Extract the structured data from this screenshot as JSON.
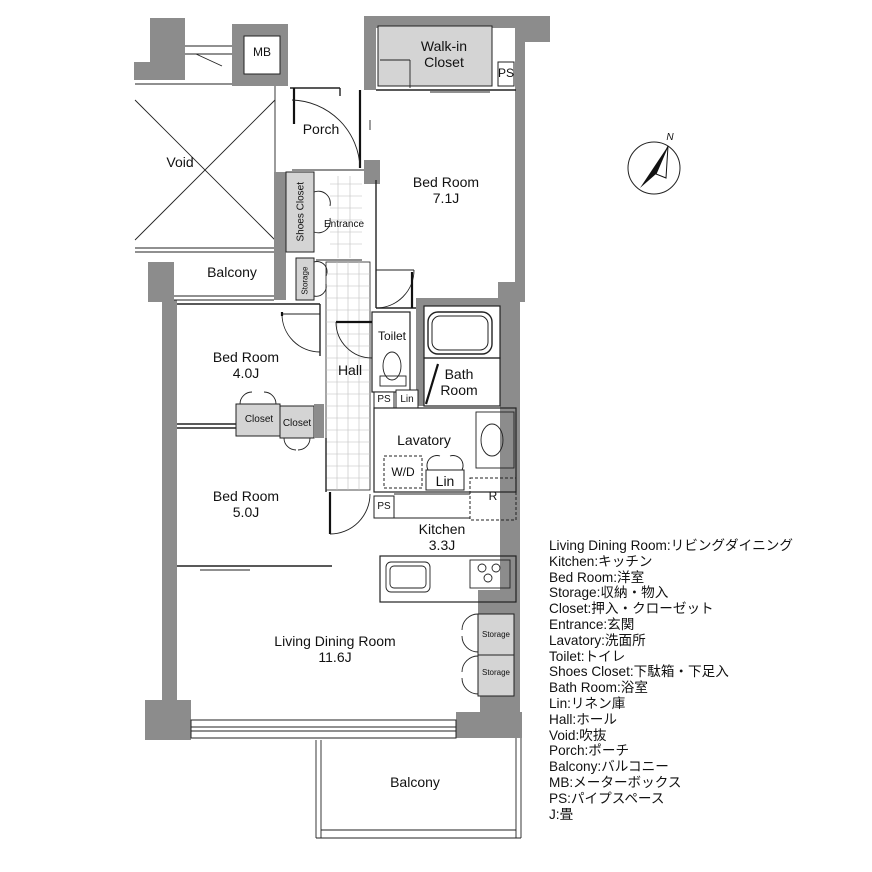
{
  "rooms": {
    "walk_in_closet": [
      "Walk-in",
      "Closet"
    ],
    "mb": "MB",
    "ps_top": "PS",
    "porch": "Porch",
    "void": "Void",
    "bed_main": [
      "Bed Room",
      "7.1J"
    ],
    "shoes_closet": "Shoes Closet",
    "entrance": "Entrance",
    "balcony_top": "Balcony",
    "storage_entry": "Storage",
    "bed_4": [
      "Bed Room",
      "4.0J"
    ],
    "toilet": "Toilet",
    "hall": "Hall",
    "bath": [
      "Bath",
      "Room"
    ],
    "ps_mid": "PS",
    "lin_mid": "Lin",
    "closet_a": "Closet",
    "closet_b": "Closet",
    "lavatory": "Lavatory",
    "wd": "W/D",
    "lin_low": "Lin",
    "bed_5": [
      "Bed Room",
      "5.0J"
    ],
    "ps_low": "PS",
    "fridge": "R",
    "kitchen": [
      "Kitchen",
      "3.3J"
    ],
    "storage_1": "Storage",
    "storage_2": "Storage",
    "living": [
      "Living Dining Room",
      "11.6J"
    ],
    "balcony_bottom": "Balcony",
    "north": "N"
  },
  "legend": [
    "Living Dining Room:リビングダイニング",
    "Kitchen:キッチン",
    "Bed Room:洋室",
    "Storage:収納・物入",
    "Closet:押入・クローゼット",
    "Entrance:玄関",
    "Lavatory:洗面所",
    "Toilet:トイレ",
    "Shoes Closet:下駄箱・下足入",
    "Bath Room:浴室",
    "Lin:リネン庫",
    "Hall:ホール",
    "Void:吹抜",
    "Porch:ポーチ",
    "Balcony:バルコニー",
    "MB:メーターボックス",
    "PS:パイプスペース",
    "J:畳"
  ]
}
